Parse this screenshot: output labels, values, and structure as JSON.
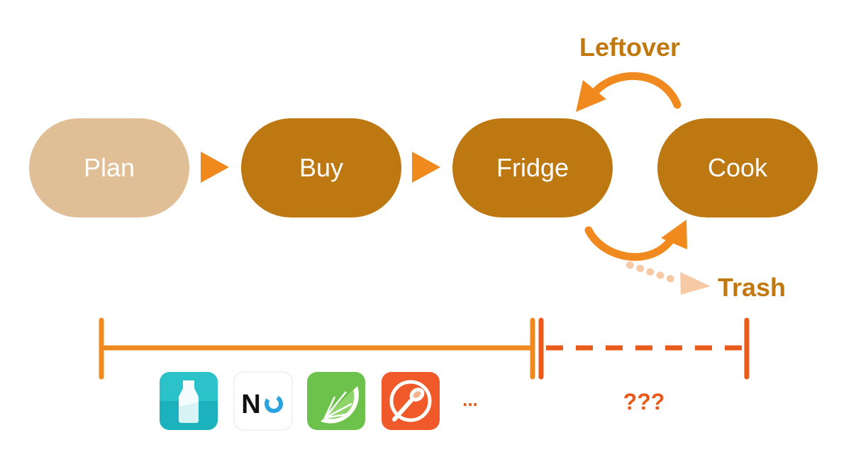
{
  "nodes": {
    "plan": "Plan",
    "buy": "Buy",
    "fridge": "Fridge",
    "cook": "Cook"
  },
  "labels": {
    "leftover": "Leftover",
    "trash": "Trash",
    "unknown": "???",
    "more_apps": "..."
  },
  "apps": {
    "app2_text": "N"
  },
  "colors": {
    "node_primary": "#bd7812",
    "node_faded": "#e0bf96",
    "arrow_orange": "#f08a1e",
    "accent_red_orange": "#e8591a",
    "trash_arrow": "#f7c9a4",
    "label_brown": "#c0780f"
  },
  "icons": [
    "milk-bottle-icon",
    "n-logo-icon",
    "lime-slice-icon",
    "spoon-plate-icon"
  ]
}
